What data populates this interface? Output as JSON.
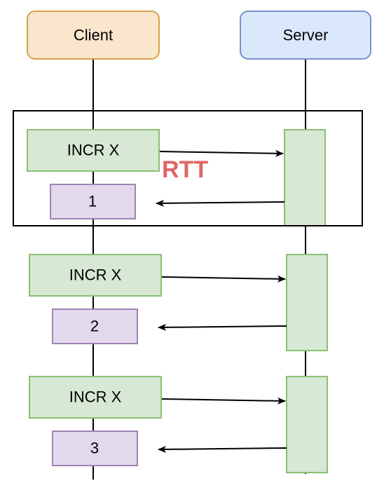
{
  "participants": {
    "client": {
      "label": "Client"
    },
    "server": {
      "label": "Server"
    }
  },
  "messages": [
    {
      "request": "INCR X",
      "response": "1"
    },
    {
      "request": "INCR X",
      "response": "2"
    },
    {
      "request": "INCR X",
      "response": "3"
    }
  ],
  "annotation": {
    "label": "RTT"
  },
  "colors": {
    "client_fill": "#fae5cd",
    "client_stroke": "#d6a34a",
    "server_fill": "#dbe8fb",
    "server_stroke": "#7593c9",
    "request_fill": "#d7e8d4",
    "request_stroke": "#8bbf73",
    "response_fill": "#e3d9ec",
    "response_stroke": "#9e84b5",
    "activation_fill": "#d7e8d4",
    "activation_stroke": "#8bbf73",
    "rtt_color": "#e06666",
    "line": "#000000"
  }
}
